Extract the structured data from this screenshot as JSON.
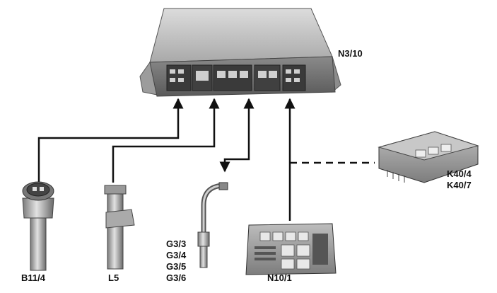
{
  "labels": {
    "ecu": "N3/10",
    "temp_sensor": "B11/4",
    "crank_sensor": "L5",
    "o2_sensors": [
      "G3/3",
      "G3/4",
      "G3/5",
      "G3/6"
    ],
    "fuse_box": "N10/1",
    "relays": [
      "K40/4",
      "K40/7"
    ]
  },
  "colors": {
    "line": "#111111",
    "component_dark": "#6e6e6e",
    "component_mid": "#9a9a9a",
    "component_light": "#c8c8c8"
  }
}
